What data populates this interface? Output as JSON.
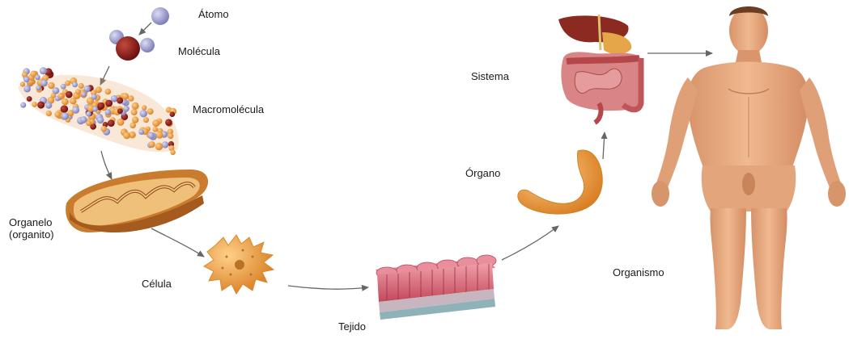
{
  "labels": {
    "atomo": "Átomo",
    "molecula": "Molécula",
    "macromolecula": "Macromolécula",
    "organelo": "Organelo\n(organito)",
    "celula": "Célula",
    "tejido": "Tejido",
    "organo": "Órgano",
    "sistema": "Sistema",
    "organismo": "Organismo"
  },
  "colors": {
    "atom_blue": "#a8a9d8",
    "atom_red": "#8e1d1d",
    "macro_orange": "#e89a45",
    "organelle": "#d8913d",
    "cell": "#f0b449",
    "tissue_pink": "#d86a7a",
    "organ": "#f2a533",
    "system_red": "#c45a52",
    "skin": "#e8a878",
    "arrow": "#666666"
  }
}
